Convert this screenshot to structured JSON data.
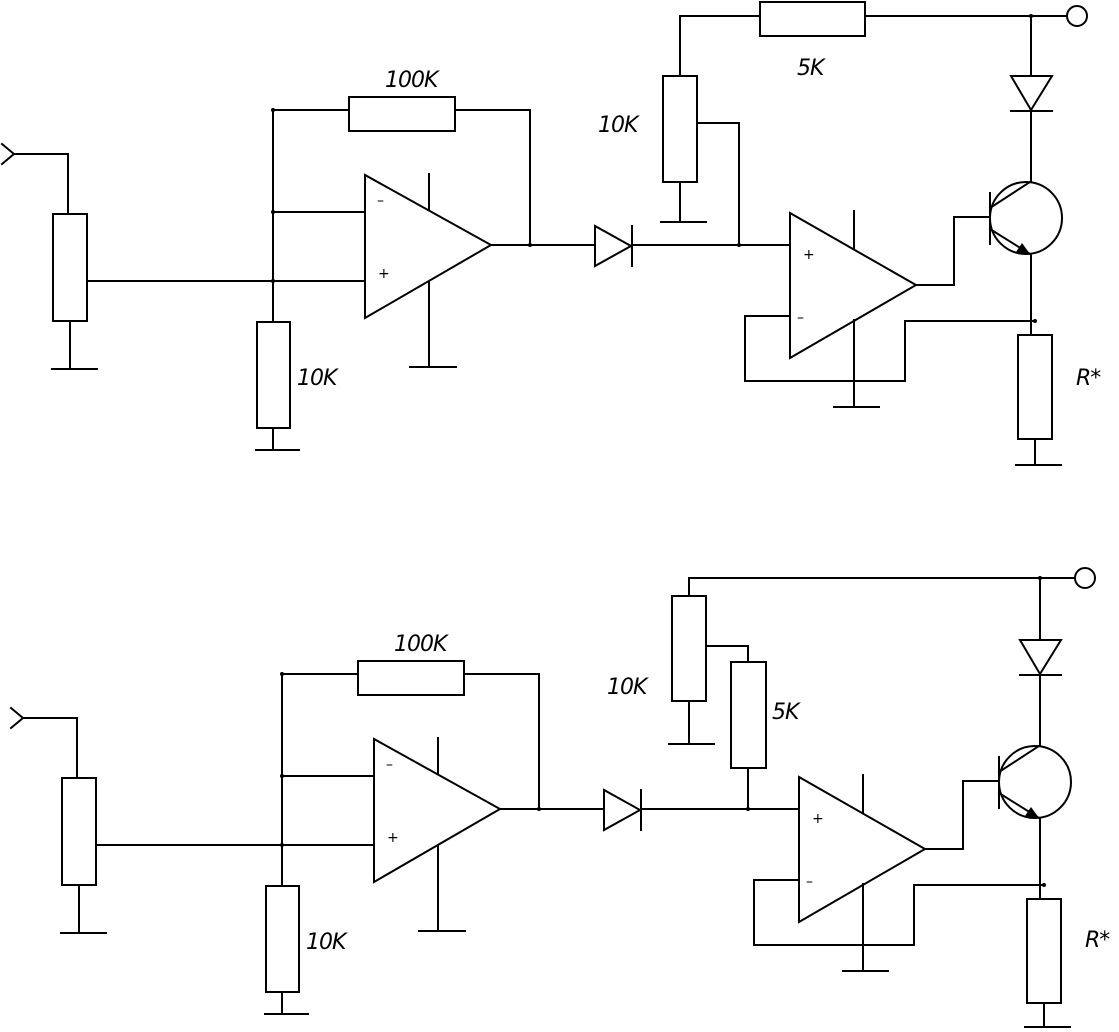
{
  "top_circuit": {
    "labels": {
      "feedback_resistor": "100K",
      "bias_resistor": "10K",
      "potentiometer": "10K",
      "series_resistor": "5K",
      "load_resistor": "R*"
    },
    "opamp1": {
      "inverting": "–",
      "noninverting": "+"
    },
    "opamp2": {
      "noninverting": "+",
      "inverting": "–"
    }
  },
  "bottom_circuit": {
    "labels": {
      "feedback_resistor": "100K",
      "bias_resistor": "10K",
      "potentiometer": "10K",
      "series_resistor": "5K",
      "load_resistor": "R*"
    },
    "opamp1": {
      "inverting": "–",
      "noninverting": "+"
    },
    "opamp2": {
      "noninverting": "+",
      "inverting": "–"
    }
  }
}
